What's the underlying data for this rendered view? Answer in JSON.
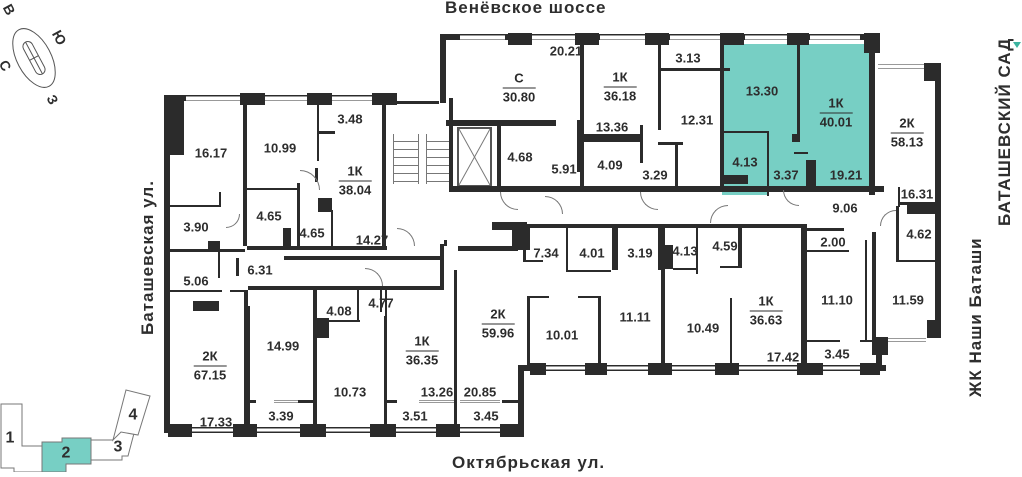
{
  "streets": {
    "top": "Венёвское шоссе",
    "bottom": "Октябрьская ул.",
    "left": "Баташевская ул.",
    "right_inner": "ЖК Наши Баташи",
    "right_outer": "БАТАШЕВСКИЙ САД"
  },
  "compass": {
    "n": "В",
    "e": "Ю",
    "s": "З",
    "w": "С"
  },
  "sections": {
    "labels": [
      "1",
      "2",
      "3",
      "4"
    ],
    "selected": "2"
  },
  "colors": {
    "selected": "#77cfc4",
    "wall": "#2b2b2b",
    "text": "#2e2e2e"
  },
  "apartments": [
    {
      "id": "a1",
      "type": "2К",
      "area": "67.15",
      "rooms": [
        "16.17",
        "3.90",
        "5.06",
        "6.31",
        "17.33"
      ]
    },
    {
      "id": "a2",
      "type": "1К",
      "area": "38.04",
      "rooms": [
        "10.99",
        "3.48",
        "4.65",
        "4.65",
        "14.27"
      ]
    },
    {
      "id": "a3",
      "type": "С",
      "area": "30.80",
      "rooms": [
        "20.21",
        "4.68",
        "5.91"
      ]
    },
    {
      "id": "a4",
      "type": "1К",
      "area": "36.18",
      "rooms": [
        "3.13",
        "12.31",
        "13.36",
        "4.09",
        "3.29"
      ]
    },
    {
      "id": "a5",
      "type": "1К",
      "area": "40.01",
      "rooms": [
        "13.30",
        "4.13",
        "3.37",
        "19.21"
      ],
      "selected": true
    },
    {
      "id": "a6",
      "type": "2К",
      "area": "58.13",
      "rooms": [
        "16.31",
        "9.06",
        "4.62",
        "2.00",
        "11.10",
        "11.59",
        "3.45"
      ]
    },
    {
      "id": "a7",
      "type": "1К",
      "area": "36.63",
      "rooms": [
        "4.13",
        "4.59",
        "10.49",
        "17.42"
      ]
    },
    {
      "id": "a8",
      "type": "2К",
      "area": "59.96",
      "rooms": [
        "7.34",
        "4.01",
        "3.19",
        "10.01",
        "11.11",
        "20.85",
        "3.45"
      ]
    },
    {
      "id": "a9",
      "type": "1К",
      "area": "36.35",
      "rooms": [
        "4.08",
        "4.77",
        "10.73",
        "13.26",
        "3.51"
      ]
    },
    {
      "id": "a10",
      "type": "2К",
      "area": "67.15",
      "rooms": [
        "14.99",
        "3.39"
      ]
    }
  ],
  "labels": {
    "r16_17": "16.17",
    "r3_90": "3.90",
    "r5_06": "5.06",
    "r6_31": "6.31",
    "r10_99": "10.99",
    "r3_48": "3.48",
    "r4_65a": "4.65",
    "r4_65b": "4.65",
    "r14_27": "14.27",
    "r20_21": "20.21",
    "r4_68": "4.68",
    "r5_91": "5.91",
    "r3_13": "3.13",
    "r12_31": "12.31",
    "r13_36": "13.36",
    "r4_09": "4.09",
    "r3_29": "3.29",
    "r13_30": "13.30",
    "r4_13s": "4.13",
    "r3_37": "3.37",
    "r19_21": "19.21",
    "r16_31": "16.31",
    "r9_06": "9.06",
    "r4_62": "4.62",
    "r2_00": "2.00",
    "r11_10": "11.10",
    "r11_59": "11.59",
    "r3_45r": "3.45",
    "r7_34": "7.34",
    "r4_01": "4.01",
    "r3_19": "3.19",
    "r4_13b": "4.13",
    "r4_59": "4.59",
    "r10_01": "10.01",
    "r11_11": "11.11",
    "r10_49": "10.49",
    "r17_42": "17.42",
    "r14_99": "14.99",
    "r4_08": "4.08",
    "r4_77": "4.77",
    "r10_73": "10.73",
    "r17_33": "17.33",
    "r3_39": "3.39",
    "r13_26": "13.26",
    "r3_51": "3.51",
    "r20_85": "20.85",
    "r3_45b": "3.45"
  },
  "apt_titles": {
    "a1": {
      "t": "2К",
      "a": "67.15"
    },
    "a2": {
      "t": "1К",
      "a": "38.04"
    },
    "a3": {
      "t": "С",
      "a": "30.80"
    },
    "a4": {
      "t": "1К",
      "a": "36.18"
    },
    "a5": {
      "t": "1К",
      "a": "40.01"
    },
    "a6": {
      "t": "2К",
      "a": "58.13"
    },
    "a7": {
      "t": "1К",
      "a": "36.63"
    },
    "a8": {
      "t": "2К",
      "a": "59.96"
    },
    "a9": {
      "t": "1К",
      "a": "36.35"
    }
  }
}
